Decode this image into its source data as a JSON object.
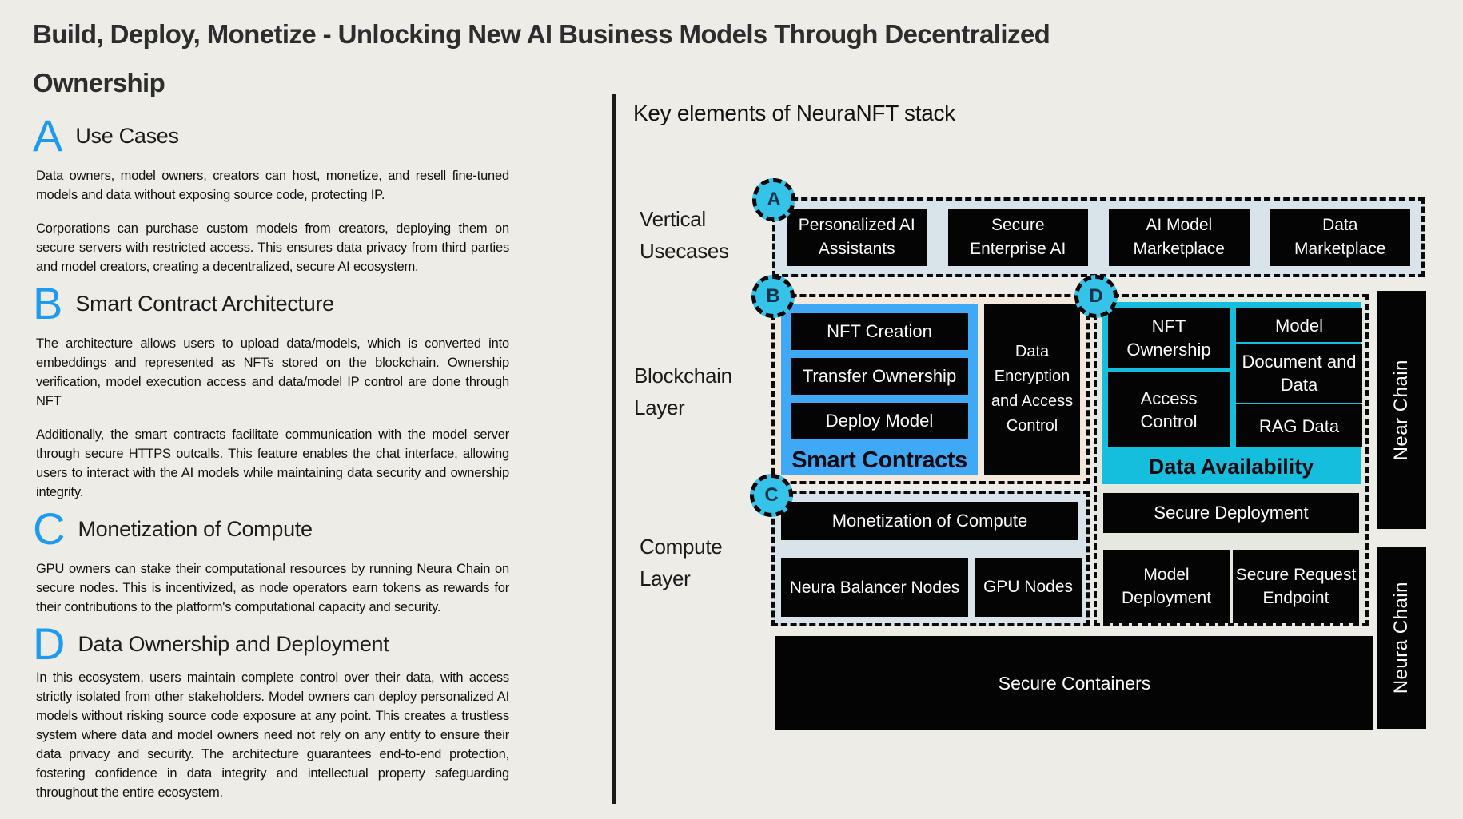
{
  "title": {
    "line1": "Build, Deploy, Monetize - Unlocking New AI Business Models Through Decentralized",
    "line2": "Ownership"
  },
  "sections": [
    {
      "letter": "A",
      "heading": "Use Cases",
      "paragraphs": [
        "Data owners, model owners, creators can host, monetize, and resell fine-tuned models and data without exposing source code, protecting IP.",
        "Corporations can purchase custom models from creators, deploying them on secure servers with restricted access. This ensures data privacy from third parties and model creators, creating a decentralized, secure AI ecosystem."
      ]
    },
    {
      "letter": "B",
      "heading": "Smart Contract Architecture",
      "paragraphs": [
        "The architecture allows users to upload data/models, which is converted into embeddings and represented as NFTs stored on the blockchain.  Ownership verification, model execution access and data/model IP control are done through NFT",
        "Additionally, the smart contracts facilitate communication with the model server through secure HTTPS outcalls. This feature enables the chat interface, allowing users to interact with the AI models while maintaining data security and ownership integrity."
      ]
    },
    {
      "letter": "C",
      "heading": "Monetization of Compute",
      "paragraphs": [
        "GPU owners can stake their computational resources by running Neura Chain on secure nodes. This is incentivized, as node operators earn tokens as rewards for their contributions to the platform's computational capacity and security."
      ]
    },
    {
      "letter": "D",
      "heading": "Data Ownership and Deployment",
      "paragraphs": [
        "In this ecosystem, users maintain complete control over their data, with access strictly isolated from other stakeholders. Model owners can deploy personalized AI models without risking source code exposure at any point. This creates a trustless system where data and model owners need not rely on any entity to ensure their data privacy and security. The architecture guarantees end-to-end protection, fostering confidence in data integrity and intellectual property safeguarding throughout the entire ecosystem."
      ]
    }
  ],
  "stack": {
    "heading": "Key elements of NeuraNFT stack",
    "row_labels": {
      "vertical": "Vertical Usecases",
      "blockchain": "Blockchain Layer",
      "compute": "Compute Layer"
    },
    "badges": {
      "a": "A",
      "b": "B",
      "c": "C",
      "d": "D"
    },
    "vertical_usecases": {
      "boxes": [
        "Personalized AI Assistants",
        "Secure Enterprise AI",
        "AI Model Marketplace",
        "Data Marketplace"
      ]
    },
    "smart_contracts": {
      "items": [
        "NFT Creation",
        "Transfer Ownership",
        "Deploy Model"
      ],
      "label": "Smart Contracts"
    },
    "data_encryption": "Data Encryption and Access Control",
    "data_availability": {
      "left_boxes": [
        "NFT Ownership",
        "Access Control"
      ],
      "right_boxes": [
        "Model",
        "Document and Data",
        "RAG Data"
      ],
      "label": "Data Availability"
    },
    "secure_deployment": "Secure Deployment",
    "model_deployment": "Model Deployment",
    "secure_request_endpoint": "Secure Request Endpoint",
    "compute": {
      "monetization": "Monetization of Compute",
      "neura_balancer": "Neura Balancer Nodes",
      "gpu_nodes": "GPU Nodes"
    },
    "secure_containers": "Secure Containers",
    "near_chain": "Near Chain",
    "neura_chain": "Neura Chain"
  },
  "colors": {
    "page_bg": "#edece6",
    "section_letter_blue": "#1e9bf1",
    "badge_cyan": "#35c3ea",
    "smart_contracts_blue": "#3fa9f5",
    "data_availability_cyan": "#14bedc",
    "container_a_bg": "#d9e4ea",
    "container_b_bg": "#f4e7db",
    "container_d_bg": "#e4e8df",
    "container_c_bg": "#d9e4ea",
    "box_black": "#040404",
    "box_text": "#fafafa"
  }
}
